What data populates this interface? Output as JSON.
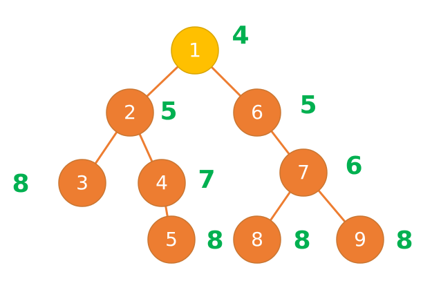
{
  "colors": {
    "node_fill": "#ED7D31",
    "root_fill": "#FFC000",
    "edge": "#ED7D31",
    "label_text": "#FFFFFF",
    "weight_text": "#00B050"
  },
  "tree": {
    "nodes": [
      {
        "id": "1",
        "label": "1",
        "weight": "4",
        "is_root": true
      },
      {
        "id": "2",
        "label": "2",
        "weight": "5",
        "is_root": false
      },
      {
        "id": "3",
        "label": "3",
        "weight": "8",
        "is_root": false
      },
      {
        "id": "4",
        "label": "4",
        "weight": "7",
        "is_root": false
      },
      {
        "id": "5",
        "label": "5",
        "weight": "8",
        "is_root": false
      },
      {
        "id": "6",
        "label": "6",
        "weight": "5",
        "is_root": false
      },
      {
        "id": "7",
        "label": "7",
        "weight": "6",
        "is_root": false
      },
      {
        "id": "8",
        "label": "8",
        "weight": "8",
        "is_root": false
      },
      {
        "id": "9",
        "label": "9",
        "weight": "8",
        "is_root": false
      }
    ],
    "edges": [
      {
        "from": "1",
        "to": "2"
      },
      {
        "from": "1",
        "to": "6"
      },
      {
        "from": "2",
        "to": "3"
      },
      {
        "from": "2",
        "to": "4"
      },
      {
        "from": "4",
        "to": "5"
      },
      {
        "from": "6",
        "to": "7"
      },
      {
        "from": "7",
        "to": "8"
      },
      {
        "from": "7",
        "to": "9"
      }
    ]
  }
}
